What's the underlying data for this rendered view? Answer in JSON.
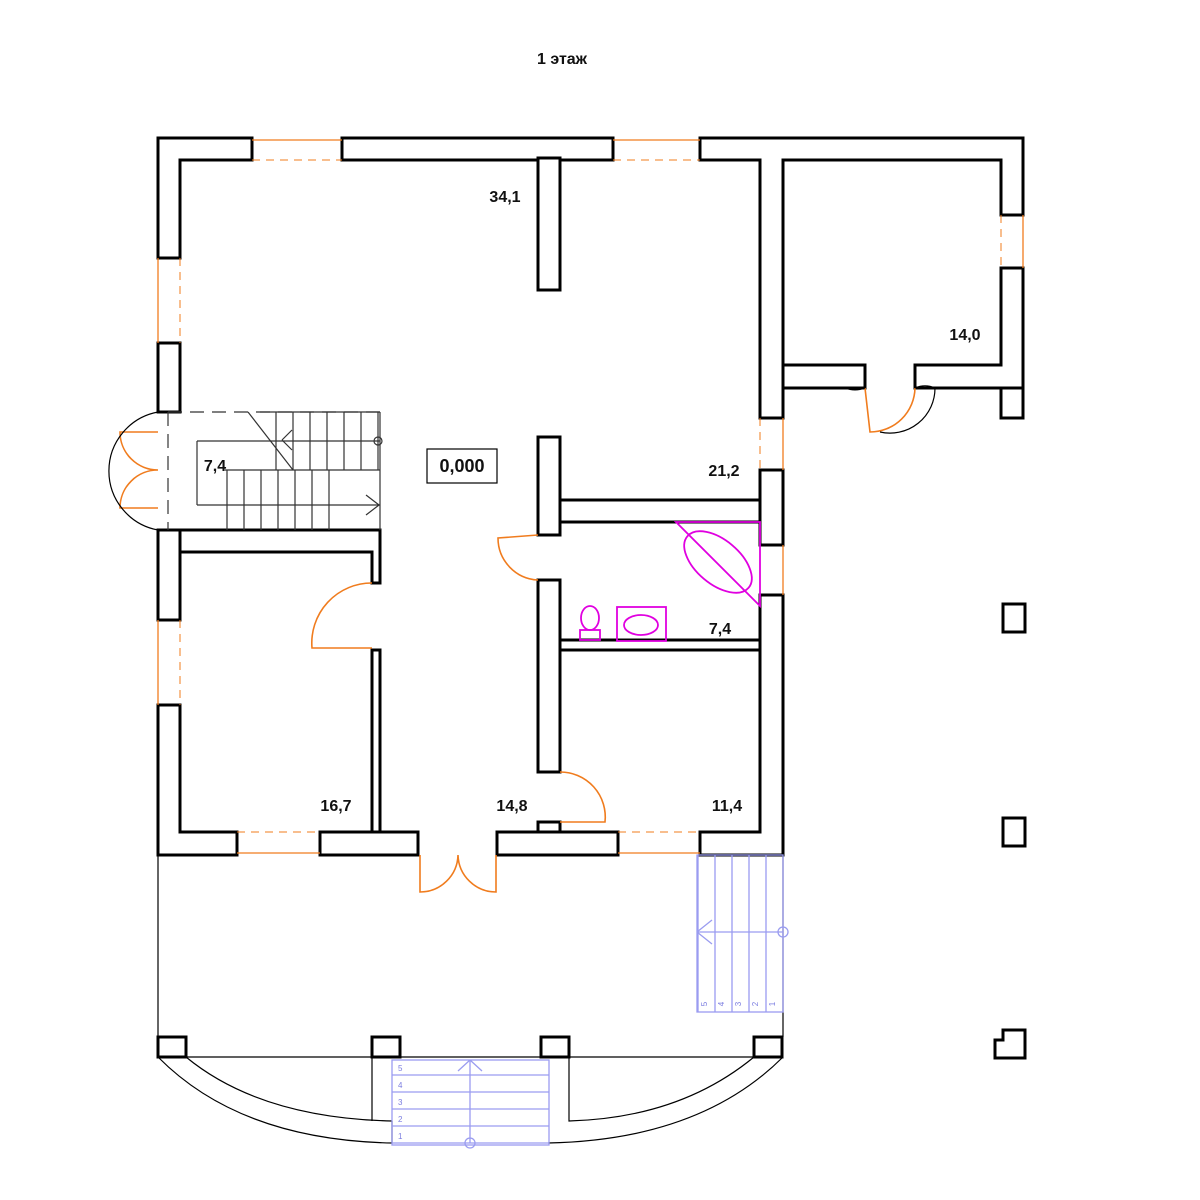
{
  "title": "1 этаж",
  "level_mark": "0,000",
  "rooms": [
    {
      "id": "living",
      "area": "34,1"
    },
    {
      "id": "annex",
      "area": "14,0"
    },
    {
      "id": "stair-hall",
      "area": "7,4"
    },
    {
      "id": "hall",
      "area": "21,2"
    },
    {
      "id": "bathroom",
      "area": "7,4"
    },
    {
      "id": "bedroom-left",
      "area": "16,7"
    },
    {
      "id": "corridor",
      "area": "14,8"
    },
    {
      "id": "bedroom-right",
      "area": "11,4"
    }
  ],
  "side_stair_steps": [
    "1",
    "2",
    "3",
    "4",
    "5"
  ],
  "front_stair_steps": [
    "1",
    "2",
    "3",
    "4",
    "5"
  ],
  "colors": {
    "wall": "#000000",
    "window_door": "#f07c1e",
    "plumbing": "#e000e0",
    "exterior_stair": "#9a9cf0"
  }
}
